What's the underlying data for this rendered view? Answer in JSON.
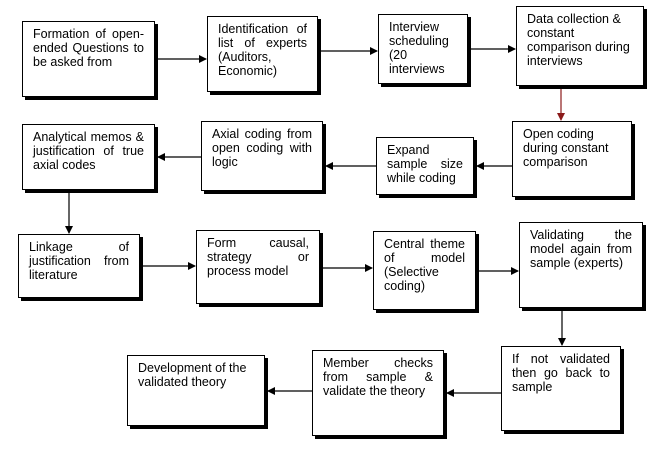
{
  "colors": {
    "stroke": "#000000",
    "fill": "#ffffff",
    "arrow_red": "#8b1a1a"
  },
  "nodes": {
    "n1": {
      "text": "Formation of open-ended Questions to be asked from"
    },
    "n2": {
      "text": "Identification of list of experts (Auditors, Economic)"
    },
    "n3": {
      "text": "Interview scheduling (20 interviews"
    },
    "n4": {
      "text": "Data collection & constant comparison during interviews"
    },
    "n5": {
      "text": "Analytical memos & justification of true axial codes"
    },
    "n6": {
      "text": "Axial coding from open coding with logic"
    },
    "n7": {
      "text": "Expand sample size while coding"
    },
    "n8": {
      "text": "Open coding during constant comparison"
    },
    "n9": {
      "text": "Linkage of justification from literature"
    },
    "n10": {
      "text": "Form causal, strategy or process model"
    },
    "n11": {
      "text": "Central theme of model (Selective coding)"
    },
    "n12": {
      "text": "Validating the model again from sample (experts)"
    },
    "n13": {
      "text": "Development of the validated theory"
    },
    "n14": {
      "text": "Member checks from sample & validate the theory"
    },
    "n15": {
      "text": "If not validated then go back to sample"
    }
  },
  "edges": [
    [
      "n1",
      "n2"
    ],
    [
      "n2",
      "n3"
    ],
    [
      "n3",
      "n4"
    ],
    [
      "n4",
      "n8"
    ],
    [
      "n8",
      "n7"
    ],
    [
      "n7",
      "n6"
    ],
    [
      "n6",
      "n5"
    ],
    [
      "n5",
      "n9"
    ],
    [
      "n9",
      "n10"
    ],
    [
      "n10",
      "n11"
    ],
    [
      "n11",
      "n12"
    ],
    [
      "n12",
      "n15"
    ],
    [
      "n15",
      "n14"
    ],
    [
      "n14",
      "n13"
    ]
  ]
}
